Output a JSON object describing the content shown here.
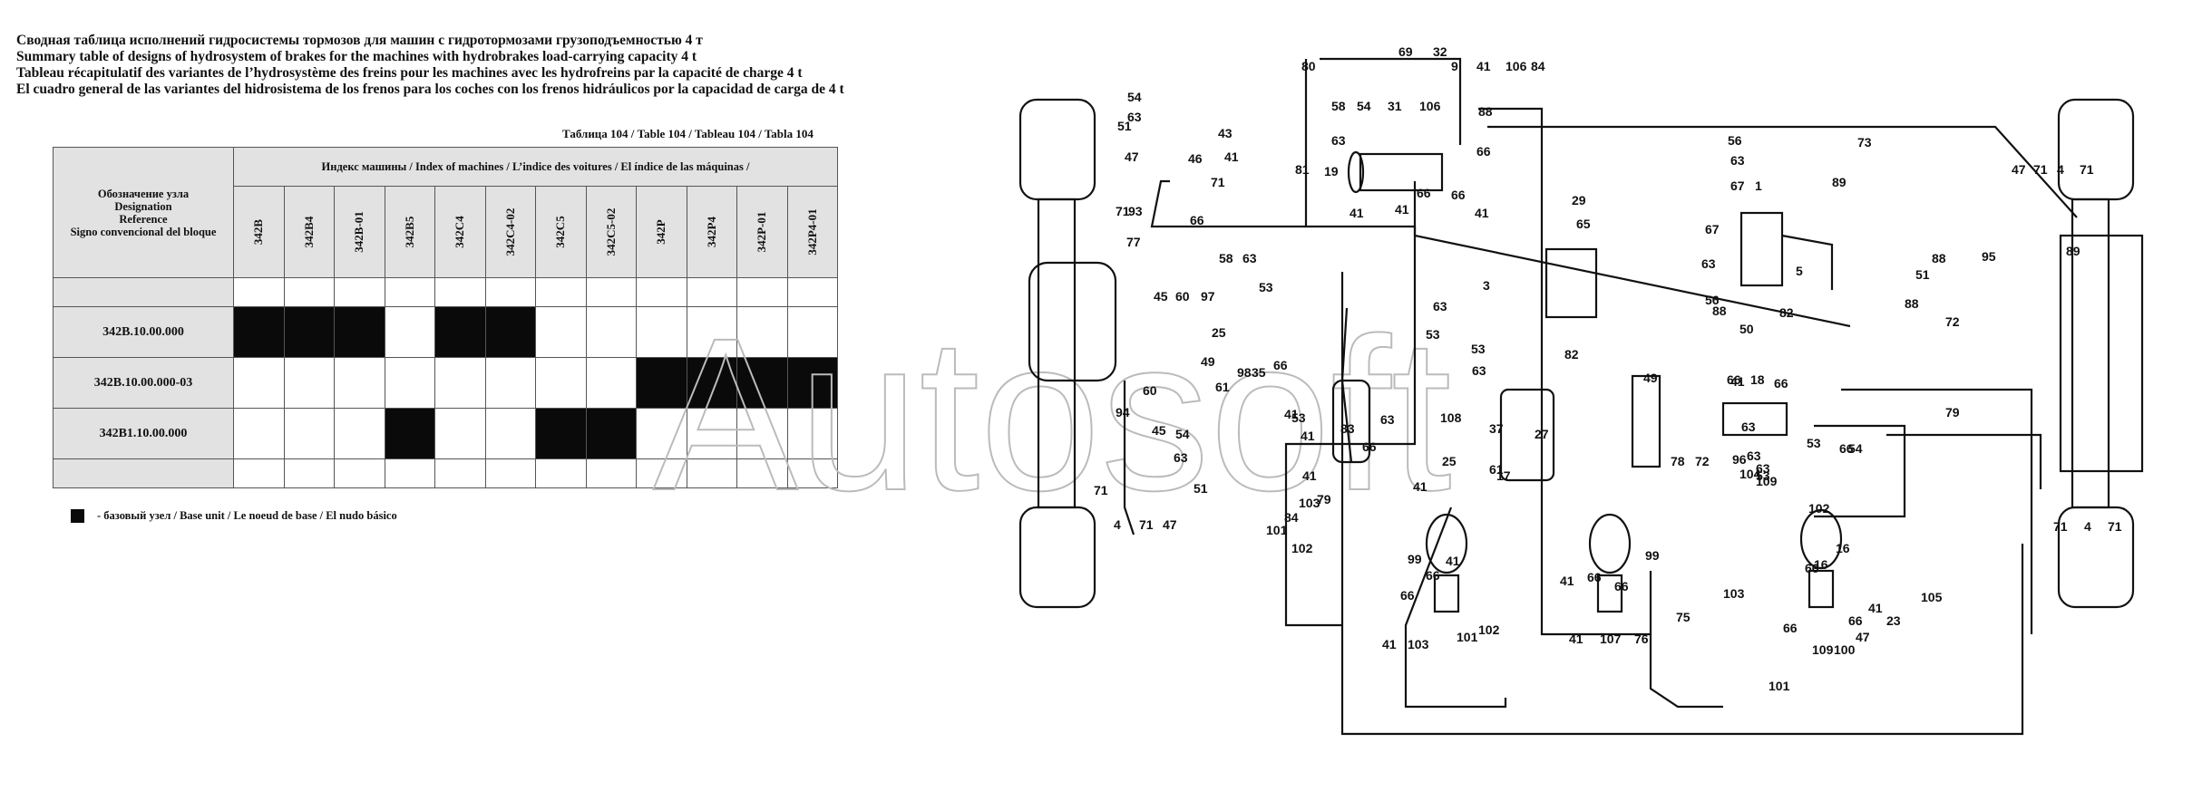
{
  "titles": [
    "Сводная таблица исполнений гидросистемы тормозов для машин с гидротормозами грузоподъемностью 4 т",
    "Summary table of designs of hydrosystem of brakes for the machines with hydrobrakes load-carrying capacity 4 t",
    "Tableau récapitulatif des variantes de l’hydrosystème des freins pour les machines avec les hydrofreins par la capacité de charge 4 t",
    "El cuadro general de las variantes del hidrosistema de los frenos para los coches con los frenos hidráulicos por la capacidad de carga de 4 t"
  ],
  "table": {
    "number_label": "Таблица 104 / Table 104 / Tableau 104 / Tabla 104",
    "ref_header": [
      "Обозначение узла",
      "Designation",
      "Reference",
      "Signo convencional del bloque"
    ],
    "index_header": "Индекс машины / Index of machines / L’indice des voitures / El índice de las máquinas /",
    "machines": [
      "342B",
      "342B4",
      "342B-01",
      "342B5",
      "342C4",
      "342C4-02",
      "342C5",
      "342C5-02",
      "342P",
      "342P4",
      "342P-01",
      "342P4-01"
    ],
    "rows": [
      {
        "label": "",
        "cells": [
          0,
          0,
          0,
          0,
          0,
          0,
          0,
          0,
          0,
          0,
          0,
          0
        ],
        "thin": true
      },
      {
        "label": "342B.10.00.000",
        "cells": [
          1,
          1,
          1,
          0,
          1,
          1,
          0,
          0,
          0,
          0,
          0,
          0
        ]
      },
      {
        "label": "342B.10.00.000-03",
        "cells": [
          0,
          0,
          0,
          0,
          0,
          0,
          0,
          0,
          1,
          1,
          1,
          1
        ]
      },
      {
        "label": "342B1.10.00.000",
        "cells": [
          0,
          0,
          0,
          1,
          0,
          0,
          1,
          1,
          0,
          0,
          0,
          0
        ]
      },
      {
        "label": "",
        "cells": [
          0,
          0,
          0,
          0,
          0,
          0,
          0,
          0,
          0,
          0,
          0,
          0
        ],
        "thin": true
      }
    ],
    "legend": "- базовый узел / Base unit / Le noeud de base / El nudo básico"
  },
  "watermark": "Autosoft",
  "callouts": [
    "80",
    "69",
    "32",
    "9",
    "41",
    "106",
    "84",
    "54",
    "63",
    "51",
    "43",
    "47",
    "46",
    "41",
    "58",
    "54",
    "31",
    "106",
    "88",
    "63",
    "66",
    "19",
    "81",
    "71",
    "71",
    "93",
    "77",
    "66",
    "41",
    "41",
    "66",
    "66",
    "41",
    "29",
    "65",
    "56",
    "63",
    "73",
    "67",
    "1",
    "89",
    "47",
    "71",
    "4",
    "71",
    "67",
    "63",
    "5",
    "56",
    "82",
    "88",
    "95",
    "89",
    "72",
    "88",
    "45",
    "60",
    "97",
    "58",
    "63",
    "53",
    "25",
    "49",
    "98",
    "35",
    "61",
    "60",
    "45",
    "54",
    "63",
    "51",
    "94",
    "71",
    "4",
    "71",
    "47",
    "3",
    "63",
    "53",
    "53",
    "63",
    "108",
    "53",
    "83",
    "66",
    "41",
    "63",
    "41",
    "66",
    "41",
    "17",
    "82",
    "27",
    "37",
    "25",
    "61",
    "49",
    "88",
    "50",
    "66",
    "18",
    "66",
    "41",
    "53",
    "63",
    "53",
    "63",
    "78",
    "72",
    "96",
    "63",
    "54",
    "51",
    "79",
    "104",
    "109",
    "66",
    "41",
    "84",
    "79",
    "103",
    "101",
    "102",
    "99",
    "41",
    "66",
    "66",
    "41",
    "103",
    "101",
    "102",
    "99",
    "41",
    "66",
    "66",
    "41",
    "107",
    "76",
    "75",
    "103",
    "101",
    "102",
    "16",
    "16",
    "66",
    "66",
    "66",
    "41",
    "23",
    "105",
    "109",
    "100",
    "47",
    "71",
    "4",
    "71"
  ]
}
